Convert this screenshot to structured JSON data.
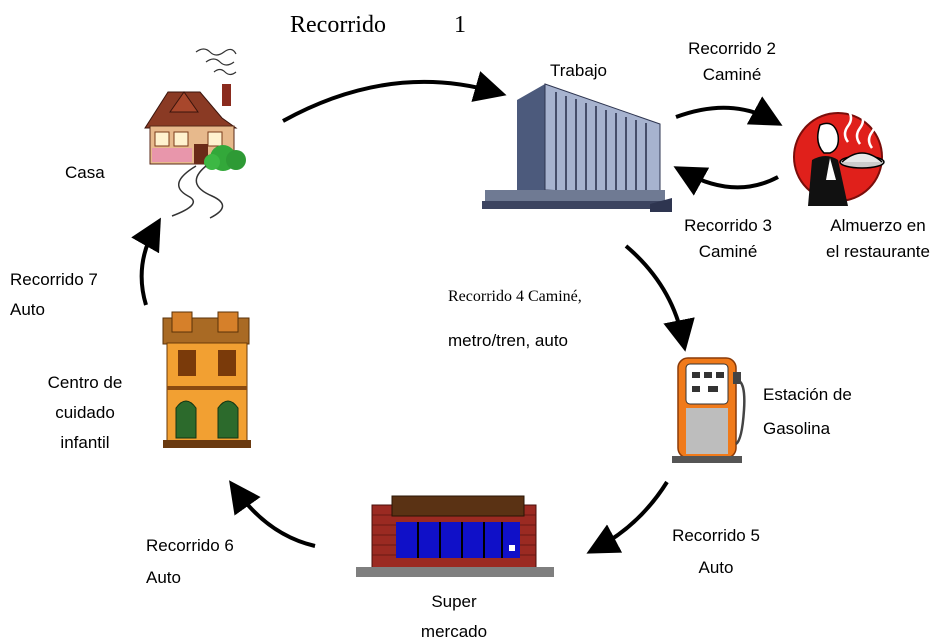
{
  "title": {
    "text": "Recorrido",
    "number": "1"
  },
  "places": {
    "casa": "Casa",
    "trabajo": "Trabajo",
    "restaurante": [
      "Almuerzo en",
      "el restaurante"
    ],
    "gasolina": [
      "Estación de",
      "Gasolina"
    ],
    "supermercado": [
      "Super",
      "mercado"
    ],
    "guarderia": [
      "Centro de",
      "cuidado",
      "infantil"
    ]
  },
  "trips": {
    "r2": [
      "Recorrido 2",
      "Caminé"
    ],
    "r3": [
      "Recorrido 3",
      "Caminé"
    ],
    "r4": [
      "Recorrido 4  Caminé,",
      "metro/tren, auto"
    ],
    "r5": [
      "Recorrido 5",
      "Auto"
    ],
    "r6": [
      "Recorrido 6",
      "Auto"
    ],
    "r7": [
      "Recorrido 7",
      "Auto"
    ]
  },
  "colors": {
    "arrow": "#000000",
    "restaurant_red": "#e0201b",
    "pump_orange": "#f07a1a",
    "building_blue": "#8fa0c4",
    "market_brick": "#9b2a22",
    "daycare_orange": "#f2a032"
  }
}
